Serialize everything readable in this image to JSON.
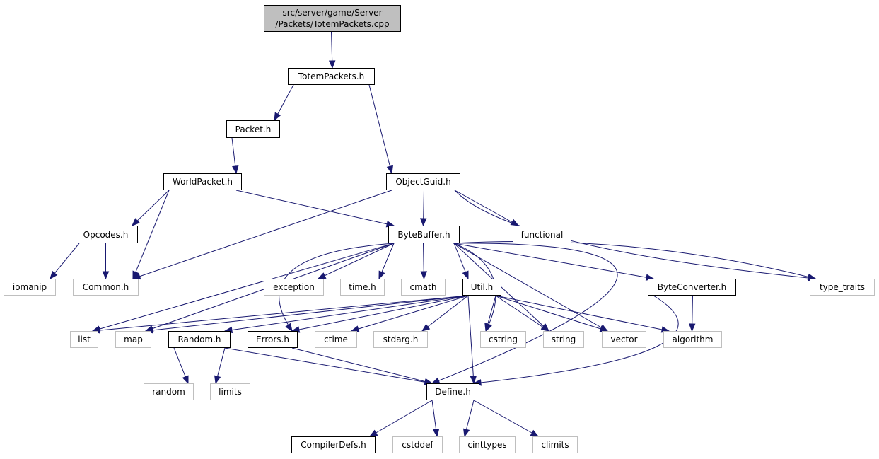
{
  "colors": {
    "edge": "#191970",
    "doc_border": "#000000",
    "external_border": "#bfbfbf",
    "root_fill": "#bfbfbf"
  },
  "nodes": [
    {
      "id": "root",
      "label": "src/server/game/Server\n/Packets/TotemPackets.cpp",
      "kind": "root"
    },
    {
      "id": "totempackets_h",
      "label": "TotemPackets.h",
      "kind": "doc"
    },
    {
      "id": "packet_h",
      "label": "Packet.h",
      "kind": "doc"
    },
    {
      "id": "objectguid_h",
      "label": "ObjectGuid.h",
      "kind": "doc"
    },
    {
      "id": "worldpacket_h",
      "label": "WorldPacket.h",
      "kind": "doc"
    },
    {
      "id": "opcodes_h",
      "label": "Opcodes.h",
      "kind": "doc"
    },
    {
      "id": "bytebuffer_h",
      "label": "ByteBuffer.h",
      "kind": "doc"
    },
    {
      "id": "functional",
      "label": "functional",
      "kind": "ext"
    },
    {
      "id": "iomanip",
      "label": "iomanip",
      "kind": "ext"
    },
    {
      "id": "common_h",
      "label": "Common.h",
      "kind": "ext"
    },
    {
      "id": "exception",
      "label": "exception",
      "kind": "ext"
    },
    {
      "id": "time_h",
      "label": "time.h",
      "kind": "ext"
    },
    {
      "id": "cmath",
      "label": "cmath",
      "kind": "ext"
    },
    {
      "id": "util_h",
      "label": "Util.h",
      "kind": "doc"
    },
    {
      "id": "byteconverter_h",
      "label": "ByteConverter.h",
      "kind": "doc"
    },
    {
      "id": "type_traits",
      "label": "type_traits",
      "kind": "ext"
    },
    {
      "id": "list",
      "label": "list",
      "kind": "ext"
    },
    {
      "id": "map",
      "label": "map",
      "kind": "ext"
    },
    {
      "id": "random_h",
      "label": "Random.h",
      "kind": "doc"
    },
    {
      "id": "errors_h",
      "label": "Errors.h",
      "kind": "doc"
    },
    {
      "id": "ctime",
      "label": "ctime",
      "kind": "ext"
    },
    {
      "id": "stdarg_h",
      "label": "stdarg.h",
      "kind": "ext"
    },
    {
      "id": "cstring",
      "label": "cstring",
      "kind": "ext"
    },
    {
      "id": "string",
      "label": "string",
      "kind": "ext"
    },
    {
      "id": "vector",
      "label": "vector",
      "kind": "ext"
    },
    {
      "id": "algorithm",
      "label": "algorithm",
      "kind": "ext"
    },
    {
      "id": "random",
      "label": "random",
      "kind": "ext"
    },
    {
      "id": "limits",
      "label": "limits",
      "kind": "ext"
    },
    {
      "id": "define_h",
      "label": "Define.h",
      "kind": "doc"
    },
    {
      "id": "compilerdefs_h",
      "label": "CompilerDefs.h",
      "kind": "doc"
    },
    {
      "id": "cstddef",
      "label": "cstddef",
      "kind": "ext"
    },
    {
      "id": "cinttypes",
      "label": "cinttypes",
      "kind": "ext"
    },
    {
      "id": "climits",
      "label": "climits",
      "kind": "ext"
    }
  ],
  "edges": [
    [
      "root",
      "totempackets_h"
    ],
    [
      "totempackets_h",
      "packet_h"
    ],
    [
      "totempackets_h",
      "objectguid_h"
    ],
    [
      "packet_h",
      "worldpacket_h"
    ],
    [
      "worldpacket_h",
      "opcodes_h"
    ],
    [
      "worldpacket_h",
      "common_h"
    ],
    [
      "worldpacket_h",
      "bytebuffer_h"
    ],
    [
      "objectguid_h",
      "common_h"
    ],
    [
      "objectguid_h",
      "bytebuffer_h"
    ],
    [
      "objectguid_h",
      "functional"
    ],
    [
      "objectguid_h",
      "type_traits"
    ],
    [
      "opcodes_h",
      "iomanip"
    ],
    [
      "opcodes_h",
      "common_h"
    ],
    [
      "bytebuffer_h",
      "exception"
    ],
    [
      "bytebuffer_h",
      "time_h"
    ],
    [
      "bytebuffer_h",
      "cmath"
    ],
    [
      "bytebuffer_h",
      "util_h"
    ],
    [
      "bytebuffer_h",
      "byteconverter_h"
    ],
    [
      "bytebuffer_h",
      "type_traits"
    ],
    [
      "bytebuffer_h",
      "list"
    ],
    [
      "bytebuffer_h",
      "map"
    ],
    [
      "bytebuffer_h",
      "errors_h"
    ],
    [
      "bytebuffer_h",
      "cstring"
    ],
    [
      "bytebuffer_h",
      "string"
    ],
    [
      "bytebuffer_h",
      "vector"
    ],
    [
      "bytebuffer_h",
      "define_h"
    ],
    [
      "util_h",
      "list"
    ],
    [
      "util_h",
      "map"
    ],
    [
      "util_h",
      "random_h"
    ],
    [
      "util_h",
      "errors_h"
    ],
    [
      "util_h",
      "ctime"
    ],
    [
      "util_h",
      "stdarg_h"
    ],
    [
      "util_h",
      "cstring"
    ],
    [
      "util_h",
      "string"
    ],
    [
      "util_h",
      "vector"
    ],
    [
      "util_h",
      "algorithm"
    ],
    [
      "util_h",
      "define_h"
    ],
    [
      "byteconverter_h",
      "algorithm"
    ],
    [
      "byteconverter_h",
      "define_h"
    ],
    [
      "random_h",
      "random"
    ],
    [
      "random_h",
      "limits"
    ],
    [
      "random_h",
      "define_h"
    ],
    [
      "errors_h",
      "define_h"
    ],
    [
      "define_h",
      "compilerdefs_h"
    ],
    [
      "define_h",
      "cstddef"
    ],
    [
      "define_h",
      "cinttypes"
    ],
    [
      "define_h",
      "climits"
    ]
  ]
}
